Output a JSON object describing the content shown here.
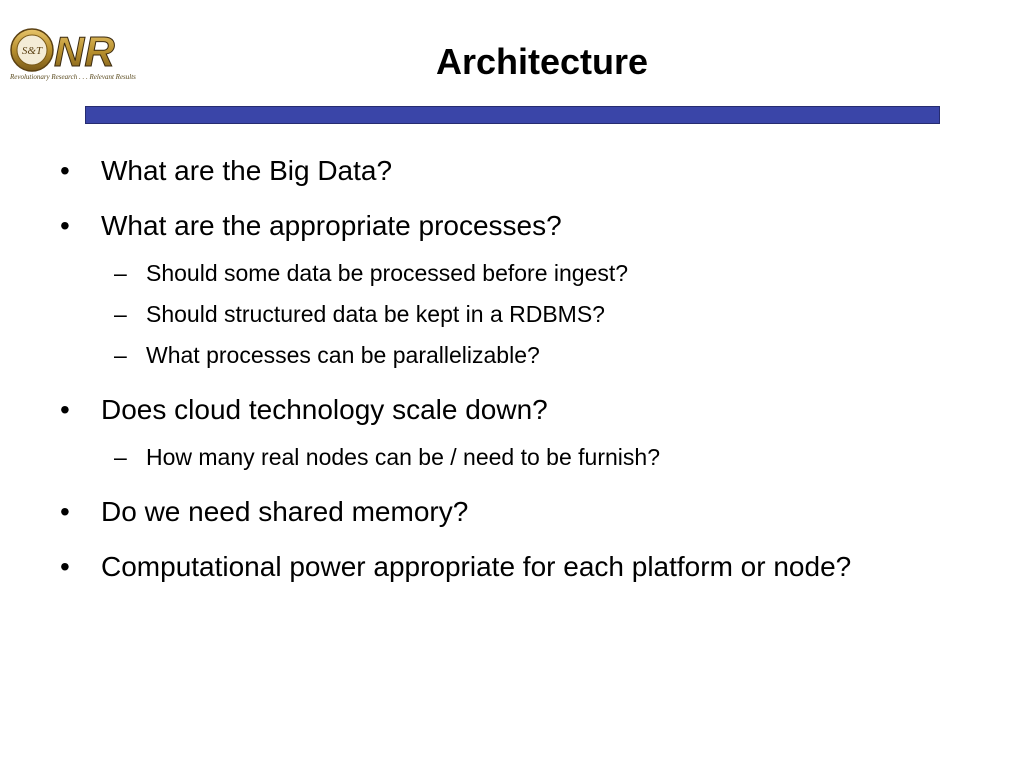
{
  "logo": {
    "text": "NR",
    "emblem_letter": "O",
    "seal_text": "S&T",
    "tagline": "Revolutionary Research . . . Relevant Results",
    "colors": {
      "gold": "#b8902e",
      "dark": "#3b2a10"
    }
  },
  "slide": {
    "title": "Architecture",
    "rule_color": "#3a45a8",
    "bullets": [
      {
        "text": "What are the Big Data?",
        "subs": []
      },
      {
        "text": "What are the appropriate processes?",
        "subs": [
          "Should some data be processed before ingest?",
          "Should structured data be kept in a RDBMS?",
          "What processes can be parallelizable?"
        ]
      },
      {
        "text": "Does cloud technology scale down?",
        "subs": [
          "How many real nodes can be / need to be furnish?"
        ]
      },
      {
        "text": "Do we need shared memory?",
        "subs": []
      },
      {
        "text": "Computational power appropriate for each platform or node?",
        "subs": []
      }
    ],
    "bullet_mark": "•",
    "sub_mark": "–"
  }
}
